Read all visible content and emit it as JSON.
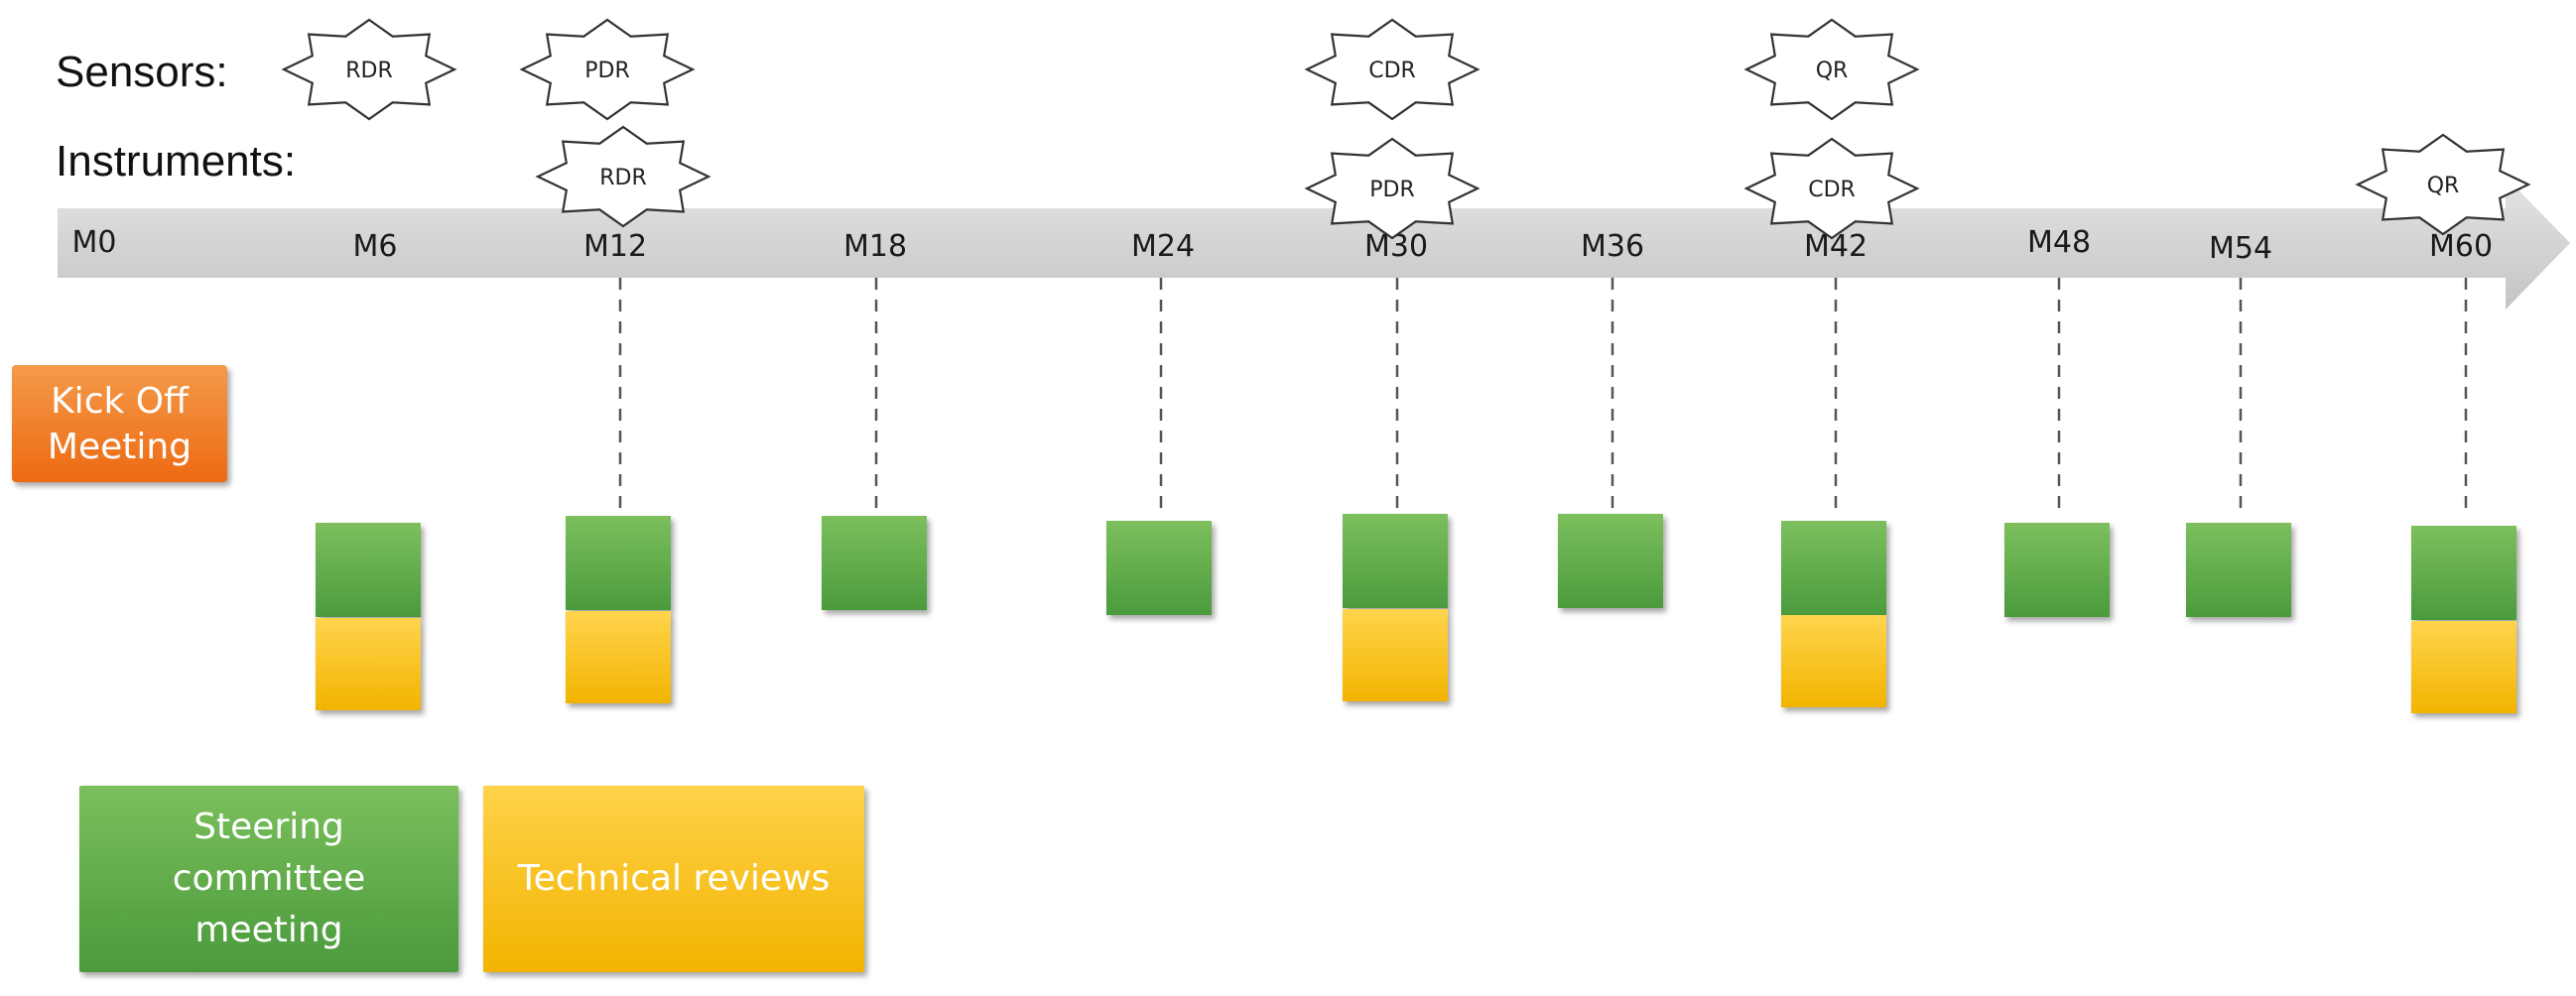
{
  "labels": {
    "sensors": "Sensors:",
    "instruments": "Instruments:"
  },
  "timeline": {
    "ticks": [
      "M0",
      "M6",
      "M12",
      "M18",
      "M24",
      "M30",
      "M36",
      "M42",
      "M48",
      "M54",
      "M60"
    ]
  },
  "sensor_reviews": [
    {
      "month": "M6",
      "label": "RDR"
    },
    {
      "month": "M12",
      "label": "PDR"
    },
    {
      "month": "M30",
      "label": "CDR"
    },
    {
      "month": "M42",
      "label": "QR"
    }
  ],
  "instrument_reviews": [
    {
      "month": "M12",
      "label": "RDR"
    },
    {
      "month": "M30",
      "label": "PDR"
    },
    {
      "month": "M42",
      "label": "CDR"
    },
    {
      "month": "M60",
      "label": "QR"
    }
  ],
  "kickoff": {
    "month": "M0",
    "label": "Kick Off Meeting"
  },
  "steering_meetings": [
    "M6",
    "M12",
    "M18",
    "M24",
    "M30",
    "M36",
    "M42",
    "M48",
    "M54",
    "M60"
  ],
  "technical_reviews": [
    "M6",
    "M12",
    "M30",
    "M42",
    "M60"
  ],
  "legend": {
    "steering": "Steering committee meeting",
    "technical": "Technical reviews"
  },
  "colors": {
    "arrow": "#d0d0d0",
    "steering_green": "#5aa844",
    "review_yellow": "#f7c21d",
    "kickoff_orange": "#ef7423"
  }
}
